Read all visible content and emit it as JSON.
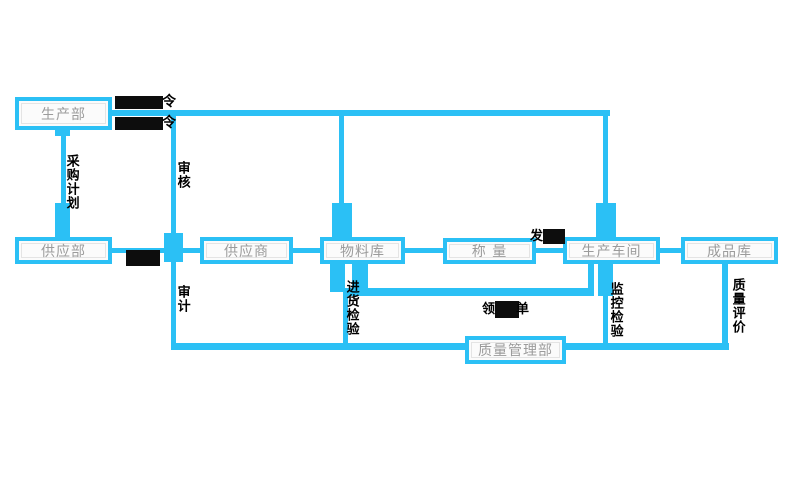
{
  "colors": {
    "line": "#2bc0f5",
    "node_fill": "#fbfbfb",
    "node_text": "#9b9b9b",
    "label_text": "#000000",
    "redact": "#0d0d0d"
  },
  "nodes": [
    {
      "id": "production-dept",
      "label": "生产部"
    },
    {
      "id": "supply-dept",
      "label": "供应部"
    },
    {
      "id": "supplier",
      "label": "供应商"
    },
    {
      "id": "material-warehouse",
      "label": "物料库"
    },
    {
      "id": "weighing",
      "label": "称 量"
    },
    {
      "id": "production-workshop",
      "label": "生产车间"
    },
    {
      "id": "finished-goods-warehouse",
      "label": "成品库"
    },
    {
      "id": "quality-management-dept",
      "label": "质量管理部"
    }
  ],
  "edge_labels": {
    "purchase_plan": "采购计划",
    "review": "审核",
    "audit": "审计",
    "incoming_inspection": "进货检验",
    "monitoring_inspection": "监控检验",
    "quality_evaluation": "质量评价",
    "order1_suffix": "令",
    "order2_suffix": "令",
    "dispatch_prefix": "发",
    "requisition_prefix": "领",
    "requisition_suffix": "单"
  }
}
